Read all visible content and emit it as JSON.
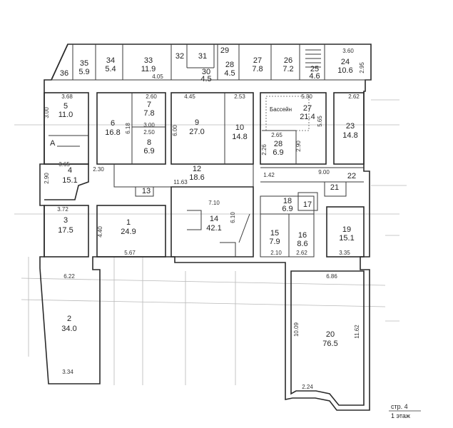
{
  "rooms": [
    {
      "num": "1",
      "area": "24.9"
    },
    {
      "num": "2",
      "area": "34.0"
    },
    {
      "num": "3",
      "area": "17.5"
    },
    {
      "num": "4",
      "area": "15.1"
    },
    {
      "num": "5",
      "area": "11.0"
    },
    {
      "num": "6",
      "area": "16.8"
    },
    {
      "num": "7",
      "area": "7.8"
    },
    {
      "num": "8",
      "area": "6.9"
    },
    {
      "num": "9",
      "area": "27.0"
    },
    {
      "num": "10",
      "area": "14.8"
    },
    {
      "num": "12",
      "area": "18.6"
    },
    {
      "num": "13",
      "area": ""
    },
    {
      "num": "14",
      "area": "42.1"
    },
    {
      "num": "15",
      "area": "7.9"
    },
    {
      "num": "16",
      "area": "8.6"
    },
    {
      "num": "17",
      "area": ""
    },
    {
      "num": "18",
      "area": "6.9"
    },
    {
      "num": "19",
      "area": "15.1"
    },
    {
      "num": "20",
      "area": "76.5"
    },
    {
      "num": "21",
      "area": ""
    },
    {
      "num": "22",
      "area": ""
    },
    {
      "num": "23",
      "area": "14.8"
    },
    {
      "num": "24",
      "area": "10.6"
    },
    {
      "num": "25",
      "area": "4.6"
    },
    {
      "num": "26",
      "area": "7.2"
    },
    {
      "num": "27",
      "area": "7.8"
    },
    {
      "num": "27",
      "area": "21.4"
    },
    {
      "num": "28",
      "area": "4.5"
    },
    {
      "num": "28",
      "area": "6.9"
    },
    {
      "num": "29",
      "area": ""
    },
    {
      "num": "30",
      "area": "4.5"
    },
    {
      "num": "31",
      "area": ""
    },
    {
      "num": "32",
      "area": ""
    },
    {
      "num": "33",
      "area": "11.9"
    },
    {
      "num": "34",
      "area": "5.4"
    },
    {
      "num": "35",
      "area": "5.9"
    },
    {
      "num": "36",
      "area": ""
    }
  ],
  "dims": [
    "3.68",
    "3.00",
    "2.60",
    "4.45",
    "2.53",
    "5.30",
    "2.62",
    "4.05",
    "3.60",
    "2.95",
    "6.18",
    "3.00",
    "2.50",
    "6.00",
    "2.65",
    "2.26",
    "2.90",
    "5.65",
    "3.65",
    "2.30",
    "2.90",
    "11.63",
    "1.42",
    "9.00",
    "3.72",
    "4.40",
    "7.10",
    "6.10",
    "5.67",
    "2.10",
    "2.62",
    "3.35",
    "6.22",
    "6.86",
    "10.09",
    "11.62",
    "3.34",
    "2.24"
  ],
  "pool_label": "Бассейн",
  "entry_letter": "A",
  "footer": {
    "page": "стр. 4",
    "floor": "1 этаж"
  }
}
